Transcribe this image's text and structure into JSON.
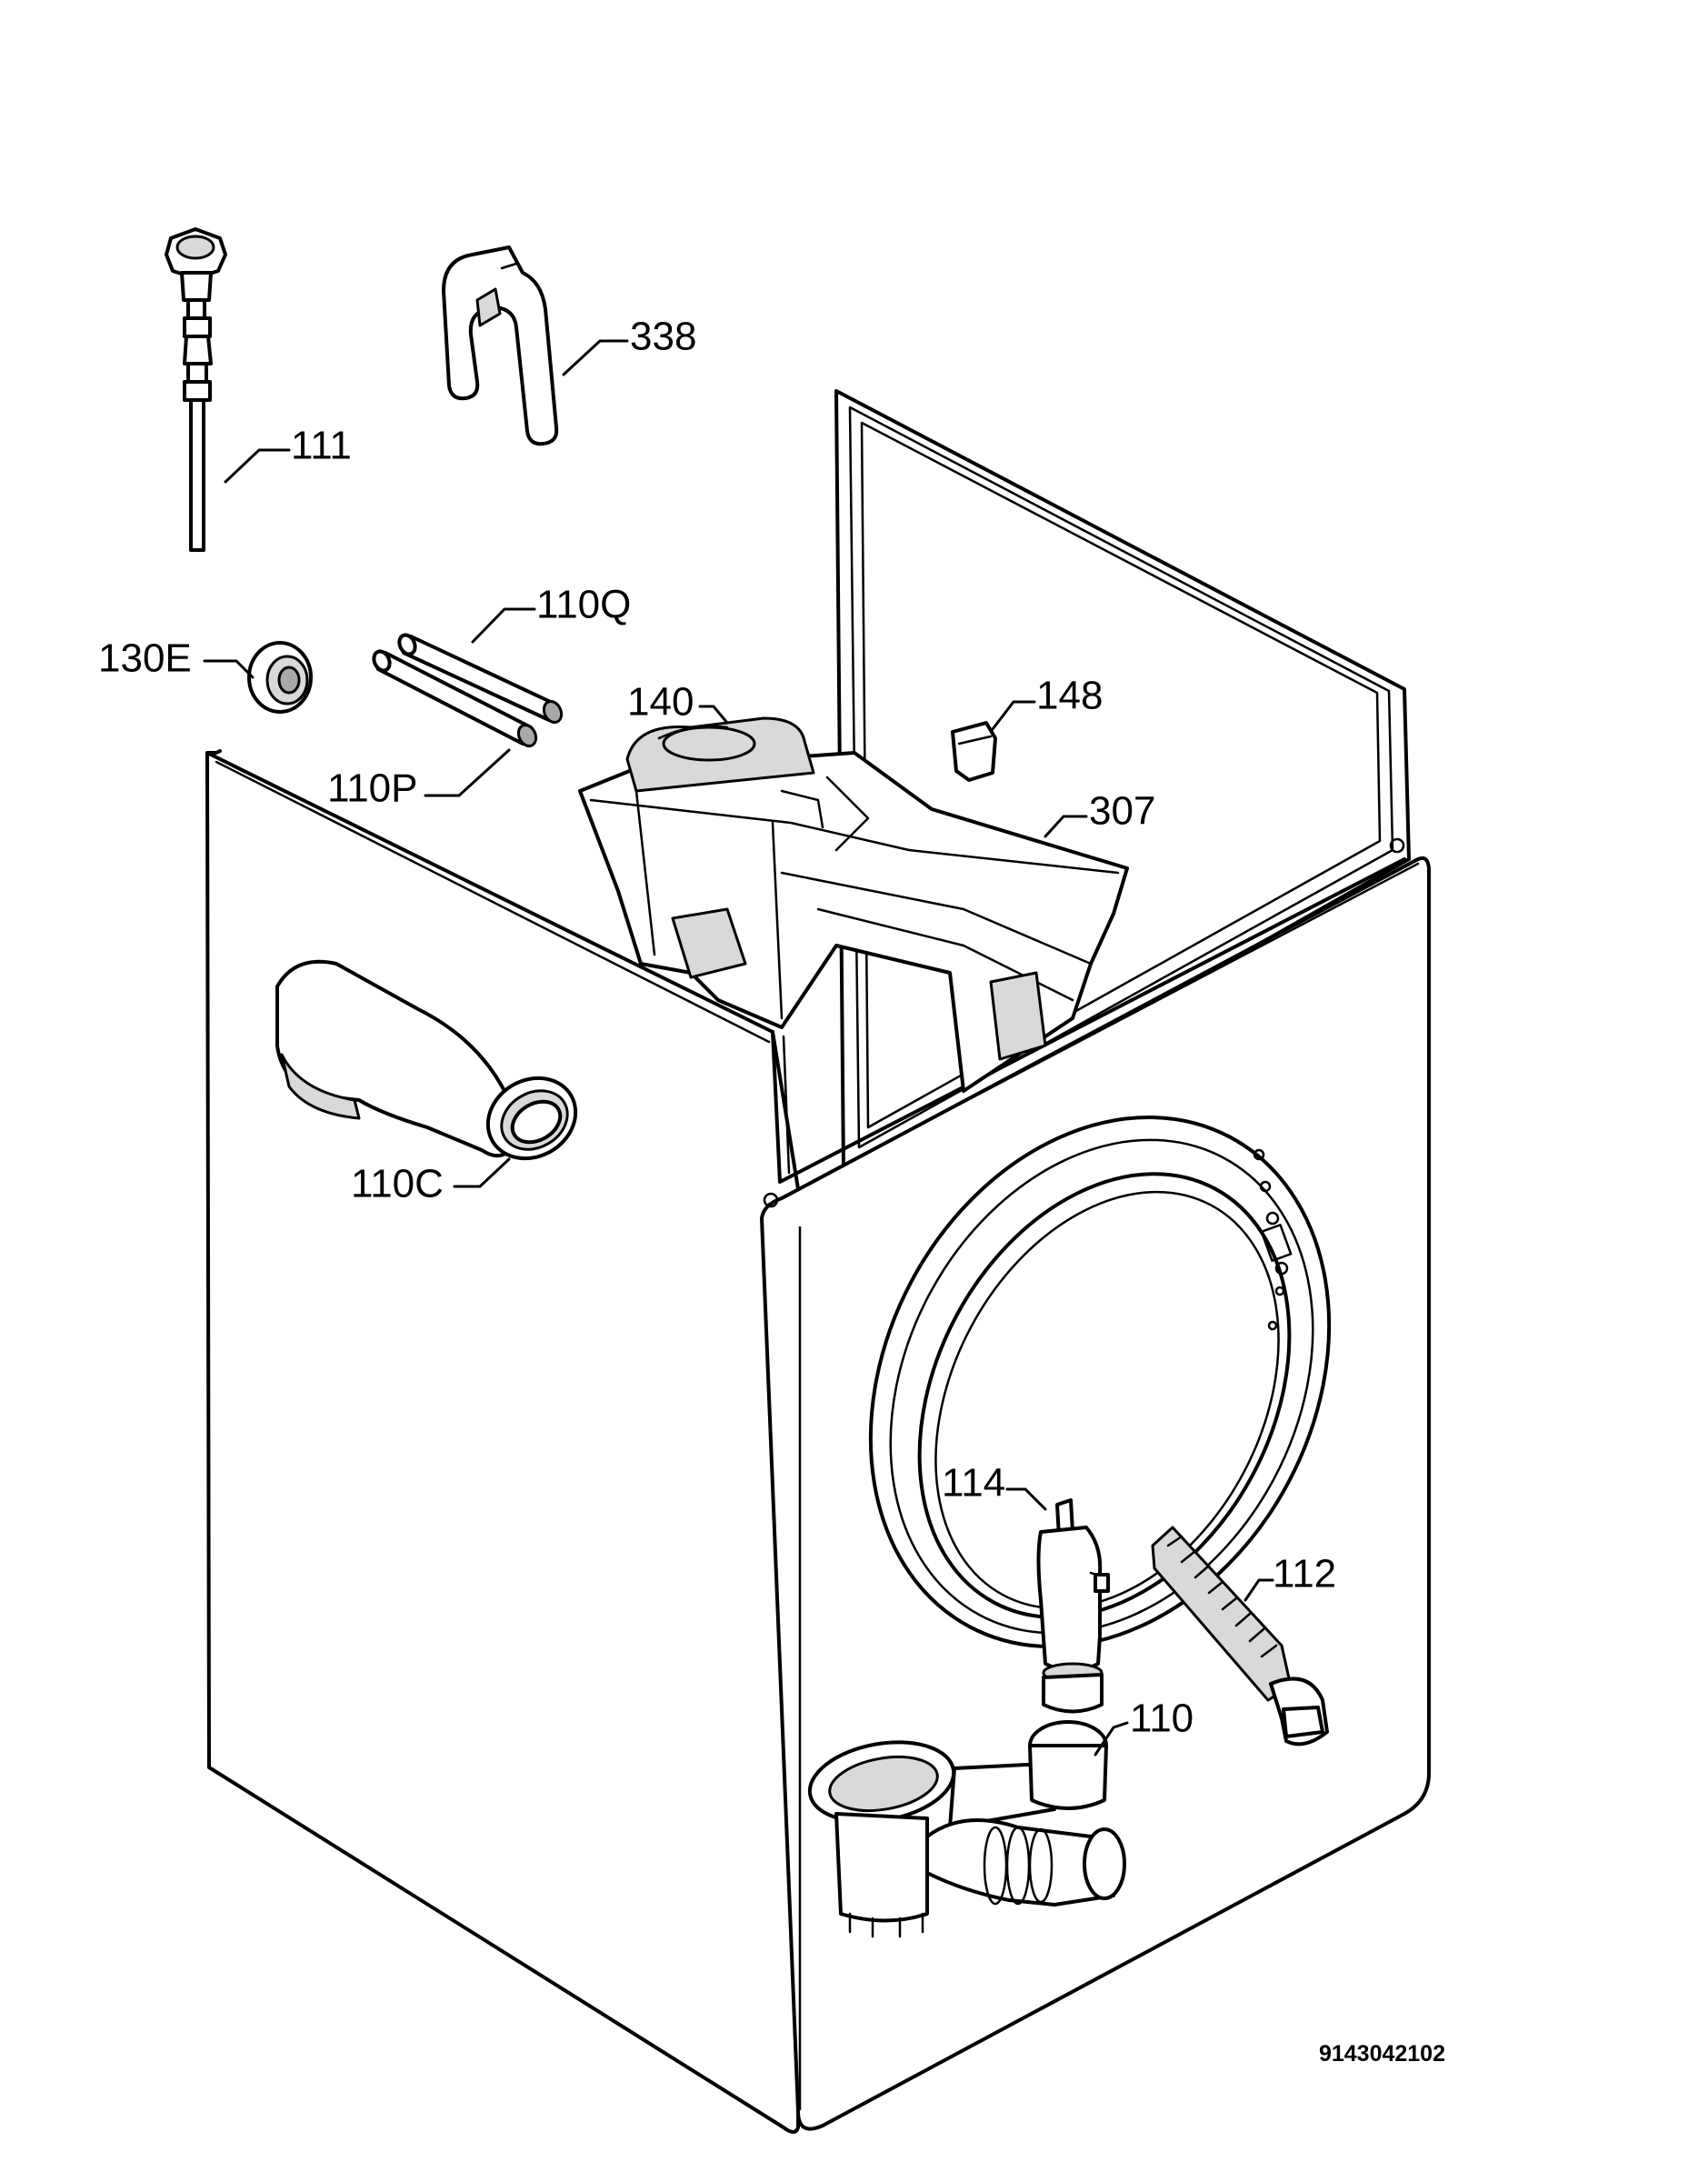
{
  "diagram": {
    "document_code": "9143042102",
    "parts": [
      {
        "id": "p111",
        "label": "111"
      },
      {
        "id": "p338",
        "label": "338"
      },
      {
        "id": "p110q",
        "label": "110Q"
      },
      {
        "id": "p130e",
        "label": "130E"
      },
      {
        "id": "p140",
        "label": "140"
      },
      {
        "id": "p148",
        "label": "148"
      },
      {
        "id": "p110p",
        "label": "110P"
      },
      {
        "id": "p307",
        "label": "307"
      },
      {
        "id": "p110c",
        "label": "110C"
      },
      {
        "id": "p114",
        "label": "114"
      },
      {
        "id": "p112",
        "label": "112"
      },
      {
        "id": "p110",
        "label": "110"
      }
    ]
  }
}
